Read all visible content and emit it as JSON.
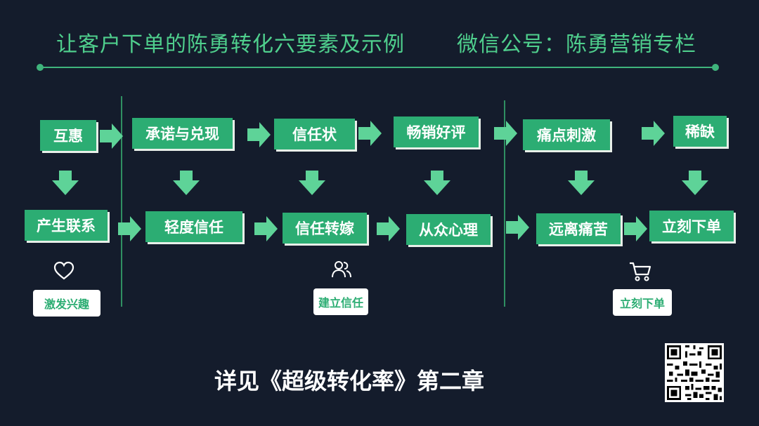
{
  "header": {
    "title": "让客户下单的陈勇转化六要素及示例",
    "wechat": "微信公号：陈勇营销专栏"
  },
  "flow": {
    "top_row": [
      "互惠",
      "承诺与兑现",
      "信任状",
      "畅销好评",
      "痛点刺激",
      "稀缺"
    ],
    "bottom_row": [
      "产生联系",
      "轻度信任",
      "信任转嫁",
      "从众心理",
      "远离痛苦",
      "立刻下单"
    ]
  },
  "stages": [
    {
      "icon": "heart-icon",
      "label": "激发兴趣"
    },
    {
      "icon": "people-icon",
      "label": "建立信任"
    },
    {
      "icon": "cart-icon",
      "label": "立刻下单"
    }
  ],
  "footer": {
    "text": "详见《超级转化率》第二章"
  },
  "colors": {
    "background": "#141c2c",
    "accent": "#2cad73",
    "arrow": "#5ed398",
    "title": "#4fcf8d"
  }
}
